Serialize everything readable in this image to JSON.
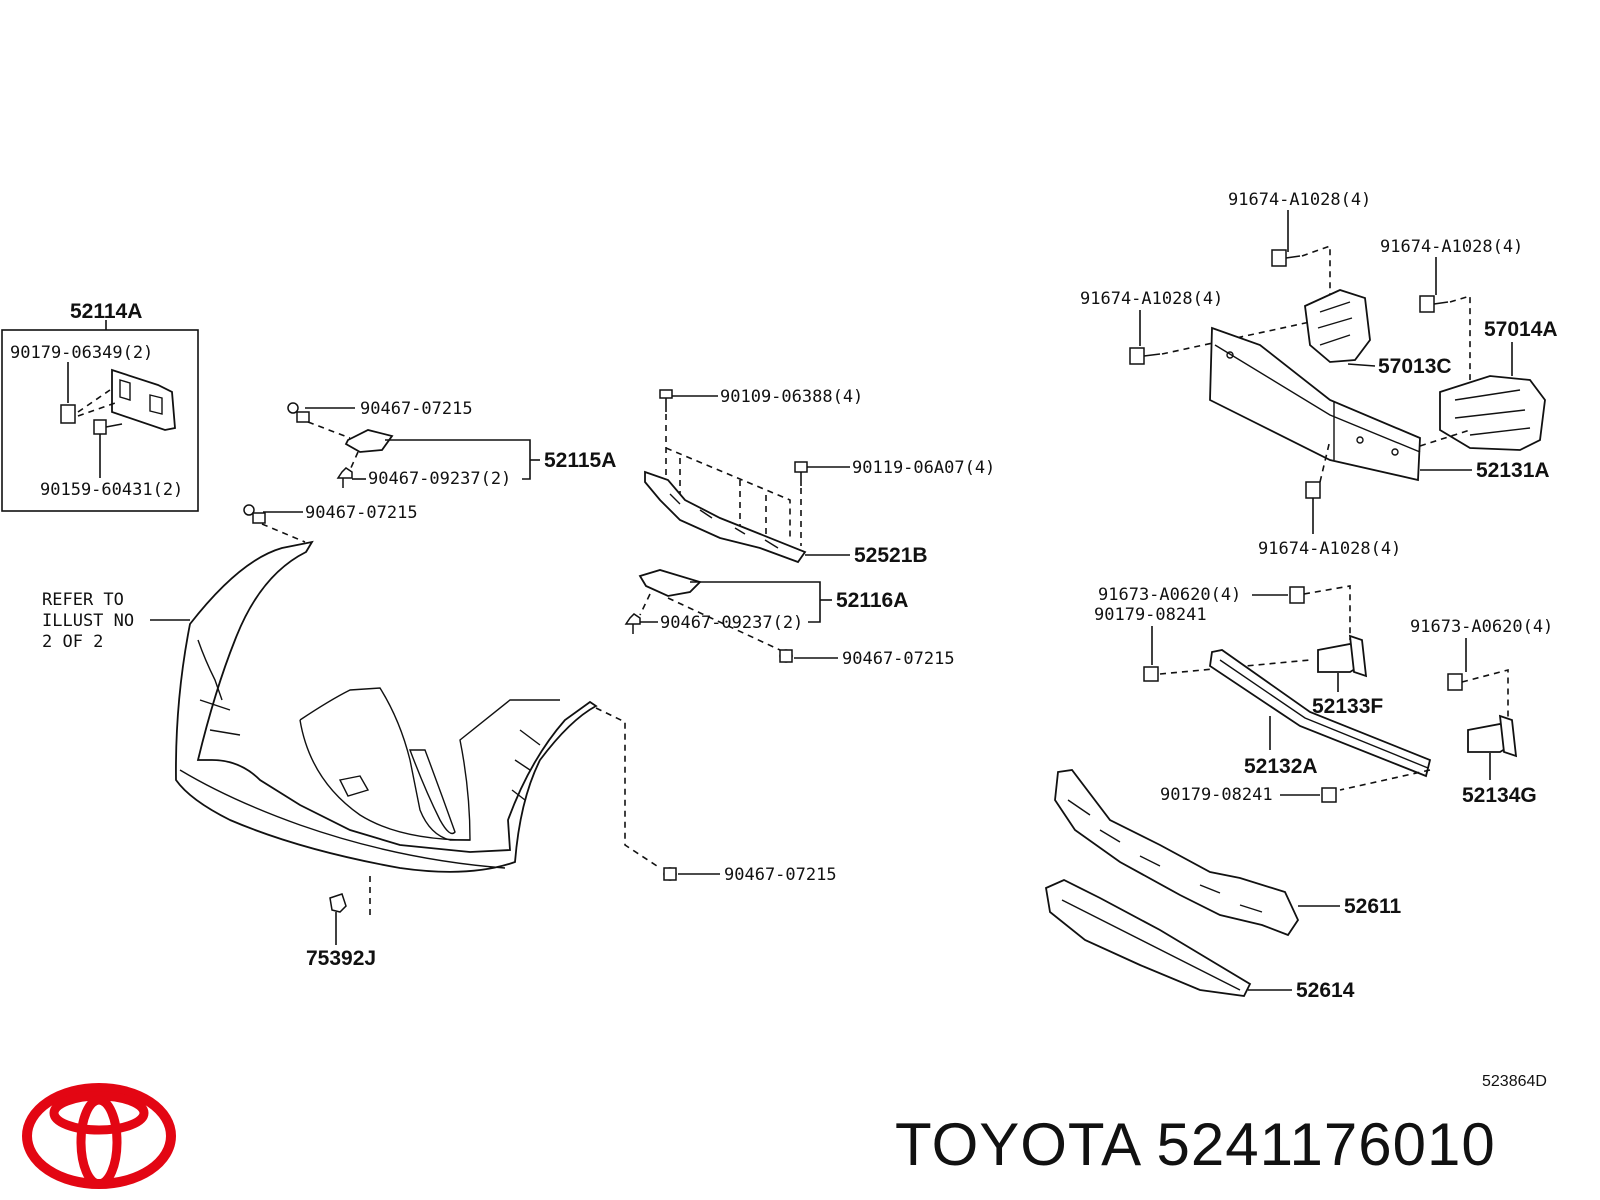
{
  "diagram": {
    "callouts": {
      "c52114A": "52114A",
      "c90179_06349": "90179-06349(2)",
      "c90159_60431": "90159-60431(2)",
      "c90467_07215_a": "90467-07215",
      "c90467_09237_a": "90467-09237(2)",
      "c52115A": "52115A",
      "c90467_07215_b": "90467-07215",
      "c90109_06388": "90109-06388(4)",
      "c90119_06A07": "90119-06A07(4)",
      "c52521B": "52521B",
      "c52116A": "52116A",
      "c90467_09237_b": "90467-09237(2)",
      "c90467_07215_c": "90467-07215",
      "c90467_07215_d": "90467-07215",
      "c75392J": "75392J",
      "c91674_A1028_top": "91674-A1028(4)",
      "c91674_A1028_right": "91674-A1028(4)",
      "c91674_A1028_left": "91674-A1028(4)",
      "c57014A": "57014A",
      "c57013C": "57013C",
      "c52131A": "52131A",
      "c91674_A1028_bottom": "91674-A1028(4)",
      "c91673_A0620_a": "91673-A0620(4)",
      "c90179_08241_a": "90179-08241",
      "c91673_A0620_b": "91673-A0620(4)",
      "c52133F": "52133F",
      "c52132A": "52132A",
      "c90179_08241_b": "90179-08241",
      "c52134G": "52134G",
      "c52611": "52611",
      "c52614": "52614"
    },
    "refer_note": [
      "REFER TO",
      "ILLUST NO",
      "2 OF 2"
    ],
    "diagram_code": "523864D"
  },
  "footer": {
    "brand": "TOYOTA",
    "part_number": "5241176010",
    "logo_name": "toyota-logo",
    "logo_color": "#e30613"
  }
}
